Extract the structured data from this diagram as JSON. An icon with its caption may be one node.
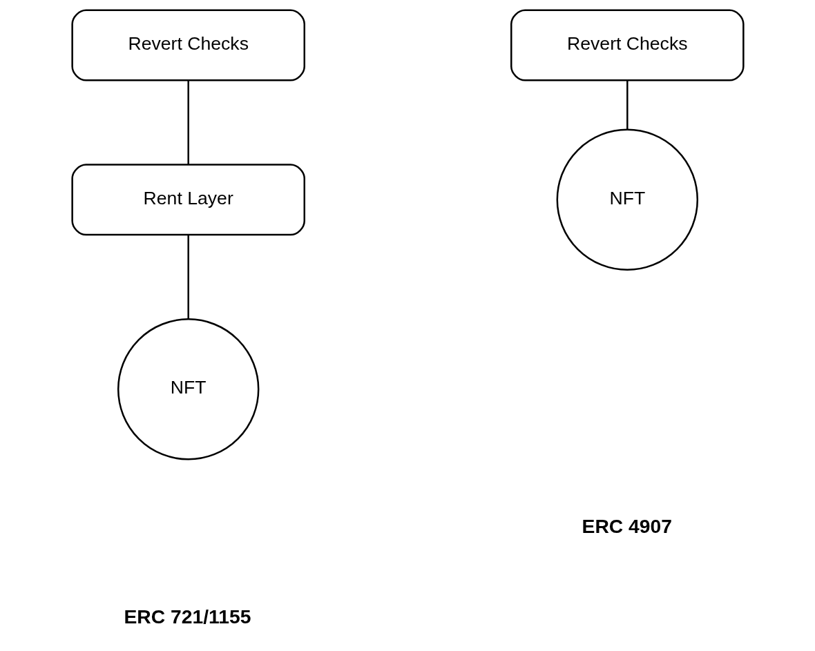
{
  "diagram": {
    "nodes": [
      {
        "text": [
          "Revert Checks"
        ]
      },
      {
        "text": [
          "Rent Layer"
        ]
      },
      {
        "text": [
          "NFT"
        ]
      },
      {
        "text": [
          "Revert Checks"
        ]
      },
      {
        "text": [
          "NFT"
        ]
      }
    ],
    "edges": [
      {
        "from": 0,
        "to": 1,
        "arrow": "none"
      },
      {
        "from": 1,
        "to": 2,
        "arrow": "none"
      },
      {
        "from": 3,
        "to": 4,
        "arrow": "none"
      }
    ],
    "labels": [
      "ERC 721/1155",
      "ERC 4907"
    ]
  }
}
